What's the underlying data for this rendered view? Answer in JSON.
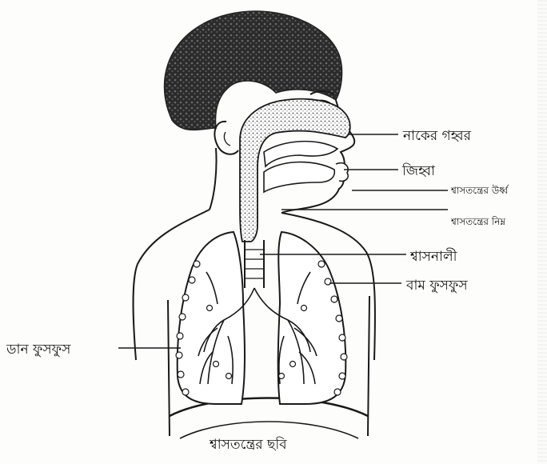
{
  "labels": {
    "nasal_cavity": "নাকের গহ্বর",
    "tongue": "জিহ্বা",
    "upper_tract": "শ্বাসতন্ত্রের উর্ধ্ব",
    "lower_tract": "শ্বাসতন্ত্রের নিম্ন",
    "trachea": "শ্বাসনালী",
    "left_lung": "বাম ফুসফুস",
    "right_lung": "ডান ফুসফুস"
  },
  "caption": "শ্বাসতন্ত্রের ছবি",
  "colors": {
    "ink": "#1a1a1a",
    "hair": "#2a2a2a",
    "paper": "#fdfdfb"
  }
}
